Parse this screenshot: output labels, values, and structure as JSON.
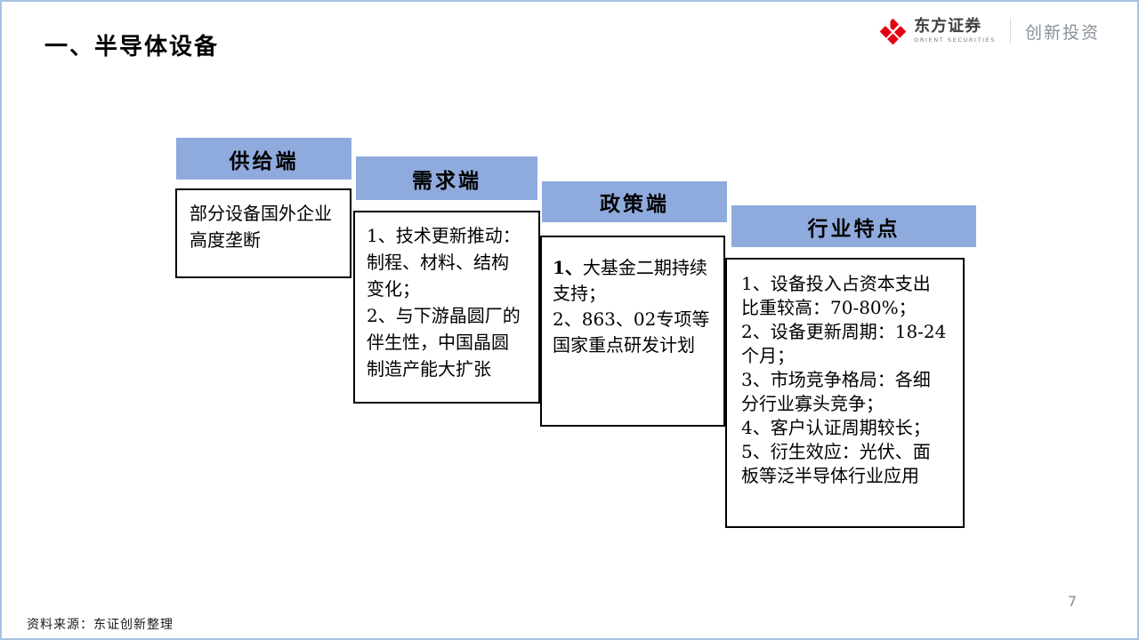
{
  "slide": {
    "title": "一、半导体设备",
    "page_number": "7",
    "source_note": "资料来源：东证创新整理",
    "accent_color": "#8faadc",
    "border_color": "#a4c2e4"
  },
  "logo": {
    "icon": "red-diamond-emblem",
    "brand_cn": "东方证券",
    "brand_en": "ORIENT SECURITIES",
    "unit": "创新投资",
    "brand_color": "#e60012"
  },
  "boxes": [
    {
      "header": "供给端",
      "body": "部分设备国外企业\n高度垄断"
    },
    {
      "header": "需求端",
      "body": "1、技术更新推动：\n制程、材料、结构\n变化；\n2、与下游晶圆厂的\n伴生性，中国晶圆\n制造产能大扩张"
    },
    {
      "header": "政策端",
      "body_bold": "1、",
      "body_rest": "大基金二期持续\n支持；\n2、863、02专项等\n国家重点研发计划"
    },
    {
      "header": "行业特点",
      "body": "1、设备投入占资本支出\n比重较高：70-80%；\n2、设备更新周期：18-24\n个月；\n3、市场竞争格局：各细\n分行业寡头竞争；\n4、客户认证周期较长；\n5、衍生效应：光伏、面\n板等泛半导体行业应用"
    }
  ]
}
